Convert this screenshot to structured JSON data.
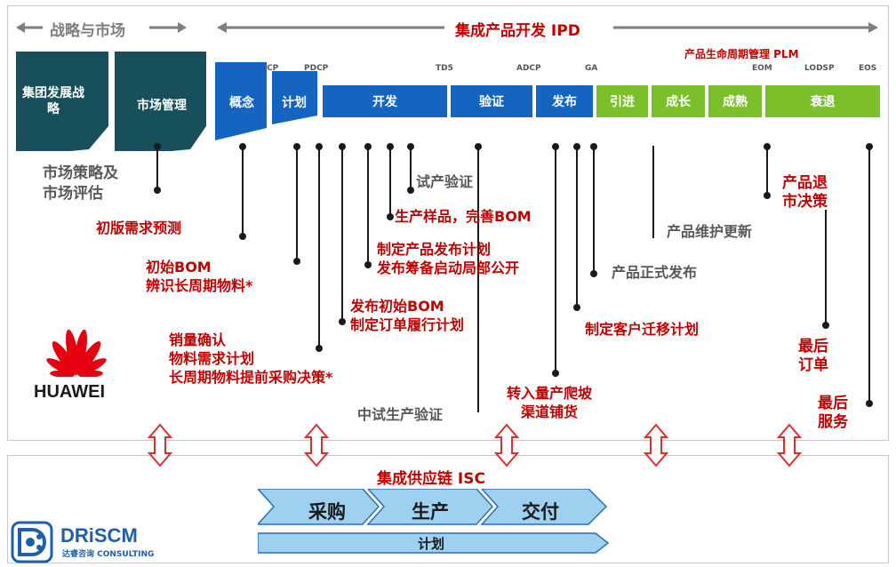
{
  "header": {
    "strategy_market": "战略与市场",
    "ipd": "集成产品开发 IPD",
    "plm": "产品生命周期管理 PLM"
  },
  "strategy_blocks": [
    "集团发展战略",
    "市场管理"
  ],
  "stages": {
    "concept": "概念",
    "plan": "计划",
    "develop": "开发",
    "verify": "验证",
    "launch": "发布",
    "introduce": "引进",
    "grow": "成长",
    "mature": "成熟",
    "decline": "衰退"
  },
  "gates": [
    "CDCP",
    "PDCP",
    "TD5",
    "ADCP",
    "GA",
    "EOM",
    "LODSP",
    "EOS"
  ],
  "notes": {
    "market_strategy": "市场策略及\n市场评估",
    "initial_forecast": "初版需求预测",
    "initial_bom": "初始BOM\n辨识长周期物料*",
    "sales_confirm": "销量确认\n物料需求计划\n长周期物料提前采购决策*",
    "publish_bom": "发布初始BOM\n制定订单履行计划",
    "pilot_verify": "中试生产验证",
    "launch_plan": "制定产品发布计划\n发布筹备启动局部公开",
    "samples": "生产样品，完善BOM",
    "trial_verify": "试产验证",
    "ramp_up": "转入量产爬坡\n渠道铺货",
    "customer_migration": "制定客户迁移计划",
    "official_release": "产品正式发布",
    "maintenance": "产品维护更新",
    "exit_decision": "产品退\n市决策",
    "last_order": "最后\n订单",
    "last_service": "最后\n服务"
  },
  "logos": {
    "huawei": "HUAWEI",
    "driscm": "DRiSCM",
    "driscm_sub": "达睿咨询 CONSULTING"
  },
  "isc": {
    "title": "集成供应链 ISC",
    "steps": [
      "采购",
      "生产",
      "交付"
    ],
    "plan": "计划"
  },
  "colors": {
    "teal": "#17505a",
    "blue": "#1565c0",
    "green": "#7bbf2b",
    "red": "#c00000",
    "light_blue": "#9ed0f0"
  }
}
